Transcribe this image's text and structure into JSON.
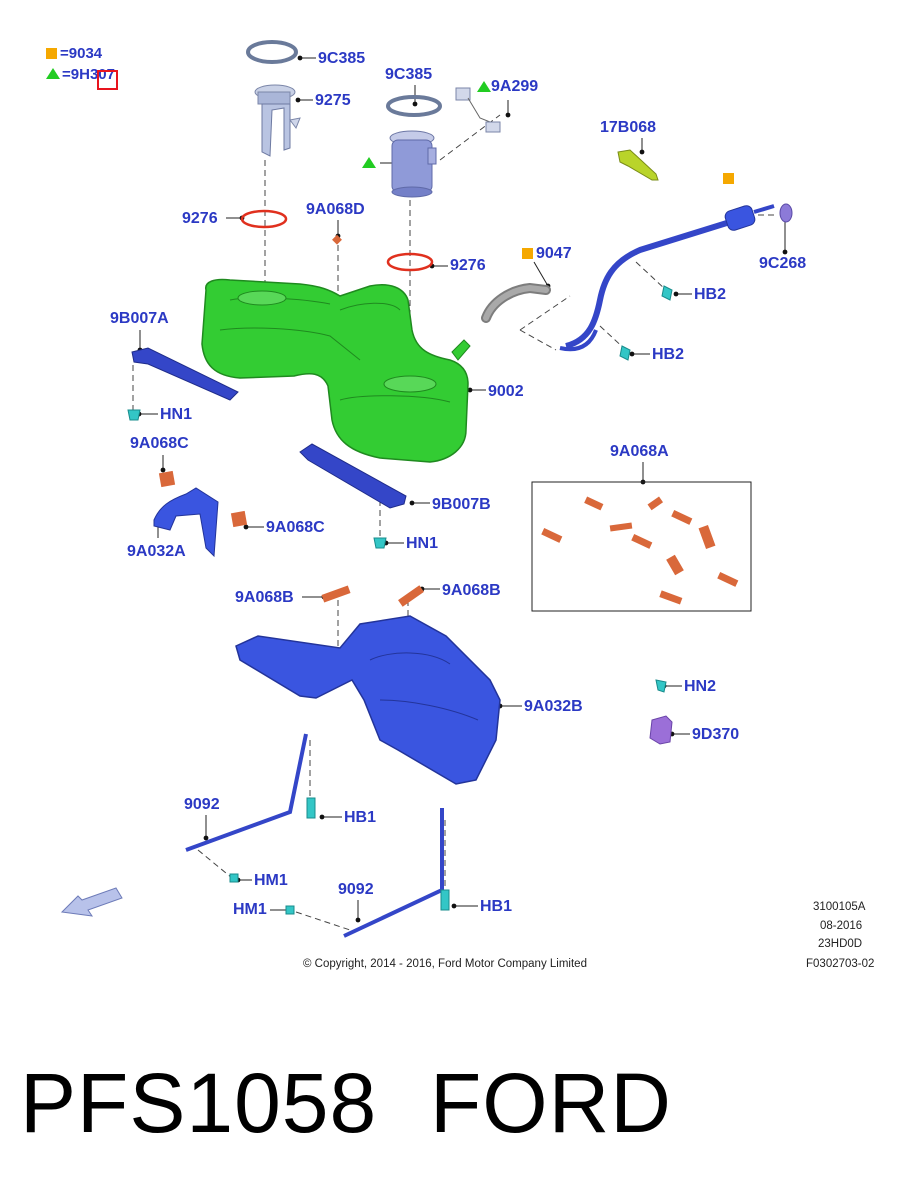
{
  "legend": {
    "square_code": "9034",
    "triangle_code": "9H307",
    "square_color": "#f5a800",
    "triangle_color": "#22cc22"
  },
  "callouts": {
    "c9C385_top": "9C385",
    "c9275": "9275",
    "c9C385_mid": "9C385",
    "c9A299": "9A299",
    "c17B068": "17B068",
    "c9276_left": "9276",
    "c9A068D": "9A068D",
    "c9276_right": "9276",
    "c9047": "9047",
    "c9C268": "9C268",
    "cHB2_top": "HB2",
    "cHB2_bottom": "HB2",
    "c9B007A": "9B007A",
    "c9002": "9002",
    "cHN1_left": "HN1",
    "c9A068C_top": "9A068C",
    "c9A068A": "9A068A",
    "c9B007B": "9B007B",
    "c9A068C_mid": "9A068C",
    "c9A032A": "9A032A",
    "cHN1_mid": "HN1",
    "c9A068B_left": "9A068B",
    "c9A068B_right": "9A068B",
    "cHN2": "HN2",
    "c9A032B": "9A032B",
    "c9D370": "9D370",
    "c9092_left": "9092",
    "cHB1_left": "HB1",
    "cHM1_top": "HM1",
    "c9092_bottom": "9092",
    "cHM1_bottom": "HM1",
    "cHB1_right": "HB1"
  },
  "footer": {
    "copyright": "© Copyright, 2014 - 2016, Ford Motor Company Limited",
    "code1": "3100105A",
    "date": "08-2016",
    "code2": "23HD0D",
    "code3": "F0302703-02"
  },
  "caption": {
    "part_number": "PFS1058",
    "brand": "FORD"
  },
  "colors": {
    "label_blue": "#2b39c4",
    "tank_green": "#33cc33",
    "shield_blue": "#3a55e0",
    "strap_blue": "#3446c8",
    "gasket_red": "#e0301e",
    "pad_orange": "#d9683a",
    "fastener_cyan": "#33c6c6",
    "selection_red": "#e8141e"
  }
}
